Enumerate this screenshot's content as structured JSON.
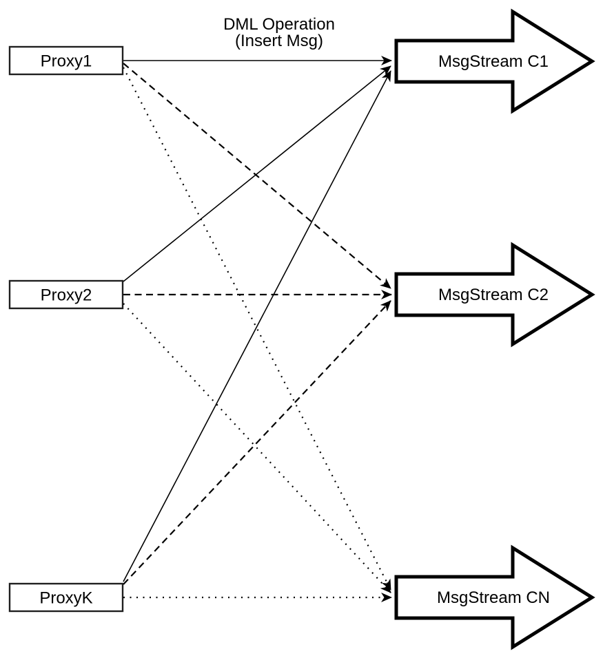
{
  "annotation": {
    "line1": "DML Operation",
    "line2": "(Insert Msg)"
  },
  "proxies": [
    {
      "id": "proxy1",
      "label": "Proxy1"
    },
    {
      "id": "proxy2",
      "label": "Proxy2"
    },
    {
      "id": "proxyk",
      "label": "ProxyK"
    }
  ],
  "streams": [
    {
      "id": "msgstream-c1",
      "label": "MsgStream C1"
    },
    {
      "id": "msgstream-c2",
      "label": "MsgStream C2"
    },
    {
      "id": "msgstream-cn",
      "label": "MsgStream CN"
    }
  ],
  "edges": [
    {
      "from": "Proxy1",
      "to": "MsgStream C1",
      "style": "solid"
    },
    {
      "from": "Proxy2",
      "to": "MsgStream C1",
      "style": "solid"
    },
    {
      "from": "ProxyK",
      "to": "MsgStream C1",
      "style": "solid"
    },
    {
      "from": "Proxy1",
      "to": "MsgStream C2",
      "style": "dashed"
    },
    {
      "from": "Proxy2",
      "to": "MsgStream C2",
      "style": "dashed"
    },
    {
      "from": "ProxyK",
      "to": "MsgStream C2",
      "style": "dashed"
    },
    {
      "from": "Proxy1",
      "to": "MsgStream CN",
      "style": "dotted"
    },
    {
      "from": "Proxy2",
      "to": "MsgStream CN",
      "style": "dotted"
    },
    {
      "from": "ProxyK",
      "to": "MsgStream CN",
      "style": "dotted"
    }
  ],
  "colors": {
    "stroke": "#000000",
    "shape_fill": "#ffffff",
    "background": "#ffffff"
  }
}
